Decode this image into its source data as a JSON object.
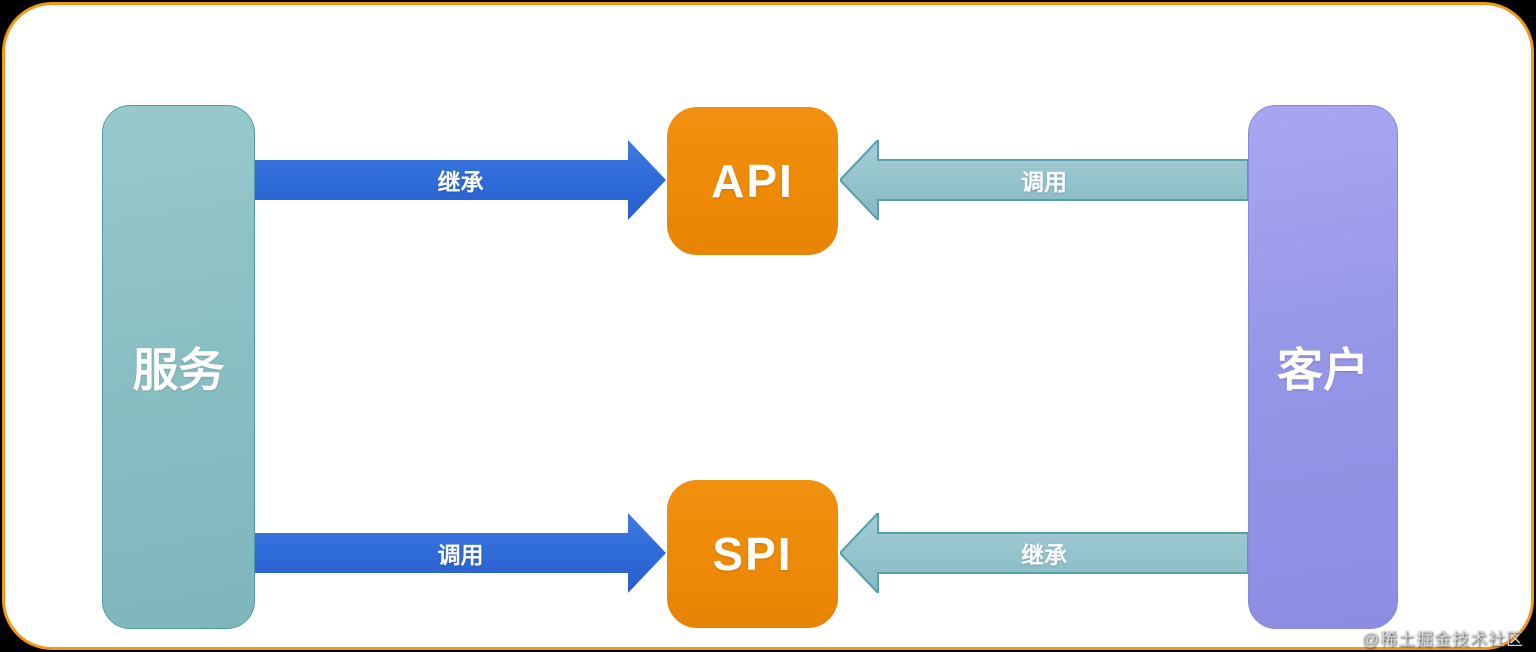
{
  "diagram": {
    "title_hint": "API-SPI relationship diagram",
    "frame": {
      "border_color": "#f0981c",
      "background": "#ffffff"
    },
    "nodes": {
      "service": {
        "label": "服务",
        "color": "#8abfc4",
        "text_color": "#ffffff"
      },
      "client": {
        "label": "客户",
        "color": "#9797e8",
        "text_color": "#ffffff"
      },
      "api": {
        "label": "API",
        "color": "#ed8905",
        "text_color": "#ffffff"
      },
      "spi": {
        "label": "SPI",
        "color": "#ed8905",
        "text_color": "#ffffff"
      }
    },
    "edges": [
      {
        "from": "service",
        "to": "api",
        "label": "继承",
        "color": "#2f6bd9",
        "direction": "right"
      },
      {
        "from": "client",
        "to": "api",
        "label": "调用",
        "color": "#93c3cb",
        "direction": "left"
      },
      {
        "from": "service",
        "to": "spi",
        "label": "调用",
        "color": "#2f6bd9",
        "direction": "right"
      },
      {
        "from": "client",
        "to": "spi",
        "label": "继承",
        "color": "#93c3cb",
        "direction": "left"
      }
    ]
  },
  "watermark": {
    "text": "@稀土掘金技术社区"
  }
}
